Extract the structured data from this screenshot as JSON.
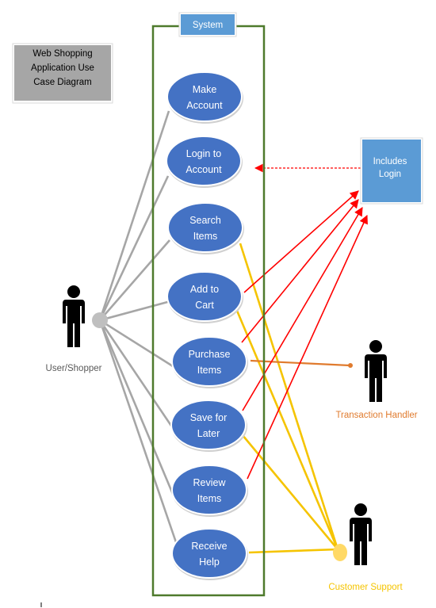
{
  "diagram": {
    "system_label": "System",
    "title_lines": [
      "Web Shopping",
      "Application Use",
      "Case Diagram"
    ],
    "note_lines": [
      "Includes",
      "Login"
    ],
    "use_cases": [
      {
        "id": "make-account",
        "lines": [
          "Make",
          "Account"
        ]
      },
      {
        "id": "login",
        "lines": [
          "Login to",
          "Account"
        ]
      },
      {
        "id": "search-items",
        "lines": [
          "Search",
          "Items"
        ]
      },
      {
        "id": "add-to-cart",
        "lines": [
          "Add to",
          "Cart"
        ]
      },
      {
        "id": "purchase-items",
        "lines": [
          "Purchase",
          "Items"
        ]
      },
      {
        "id": "save-for-later",
        "lines": [
          "Save for",
          "Later"
        ]
      },
      {
        "id": "review-items",
        "lines": [
          "Review",
          "Items"
        ]
      },
      {
        "id": "receive-help",
        "lines": [
          "Receive",
          "Help"
        ]
      }
    ],
    "actors": {
      "user": {
        "label": "User/Shopper",
        "color": "#595959"
      },
      "transaction": {
        "label": "Transaction Handler",
        "color": "#e07b2e"
      },
      "support": {
        "label": "Customer Support",
        "color": "#f5c400"
      }
    },
    "colors": {
      "use_case_fill": "#4472c4",
      "system_border": "#4e7a2c",
      "user_lines": "#a6a6a6",
      "include_arrows": "#ff0000",
      "transaction_line": "#e07b2e",
      "support_lines": "#f5c400",
      "note_fill": "#5b9bd5",
      "title_fill": "#a6a6a6"
    }
  }
}
